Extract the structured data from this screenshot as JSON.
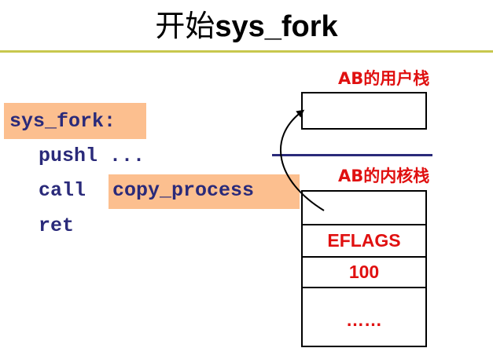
{
  "title": {
    "prefix": "开始",
    "main": "sys_fork"
  },
  "code": {
    "label": "sys_fork:",
    "line1": "pushl ...",
    "line2_instr": "call",
    "line2_target": "copy_process",
    "line3": "ret"
  },
  "user_stack": {
    "label": "AB的用户栈"
  },
  "kernel_stack": {
    "label": "AB的内核栈",
    "cells": [
      "",
      "EFLAGS",
      "100",
      "……"
    ]
  },
  "colors": {
    "highlight": "#fcbf8f",
    "code": "#2a2a7a",
    "label_red": "#e01010",
    "rule": "#c8c84e"
  }
}
